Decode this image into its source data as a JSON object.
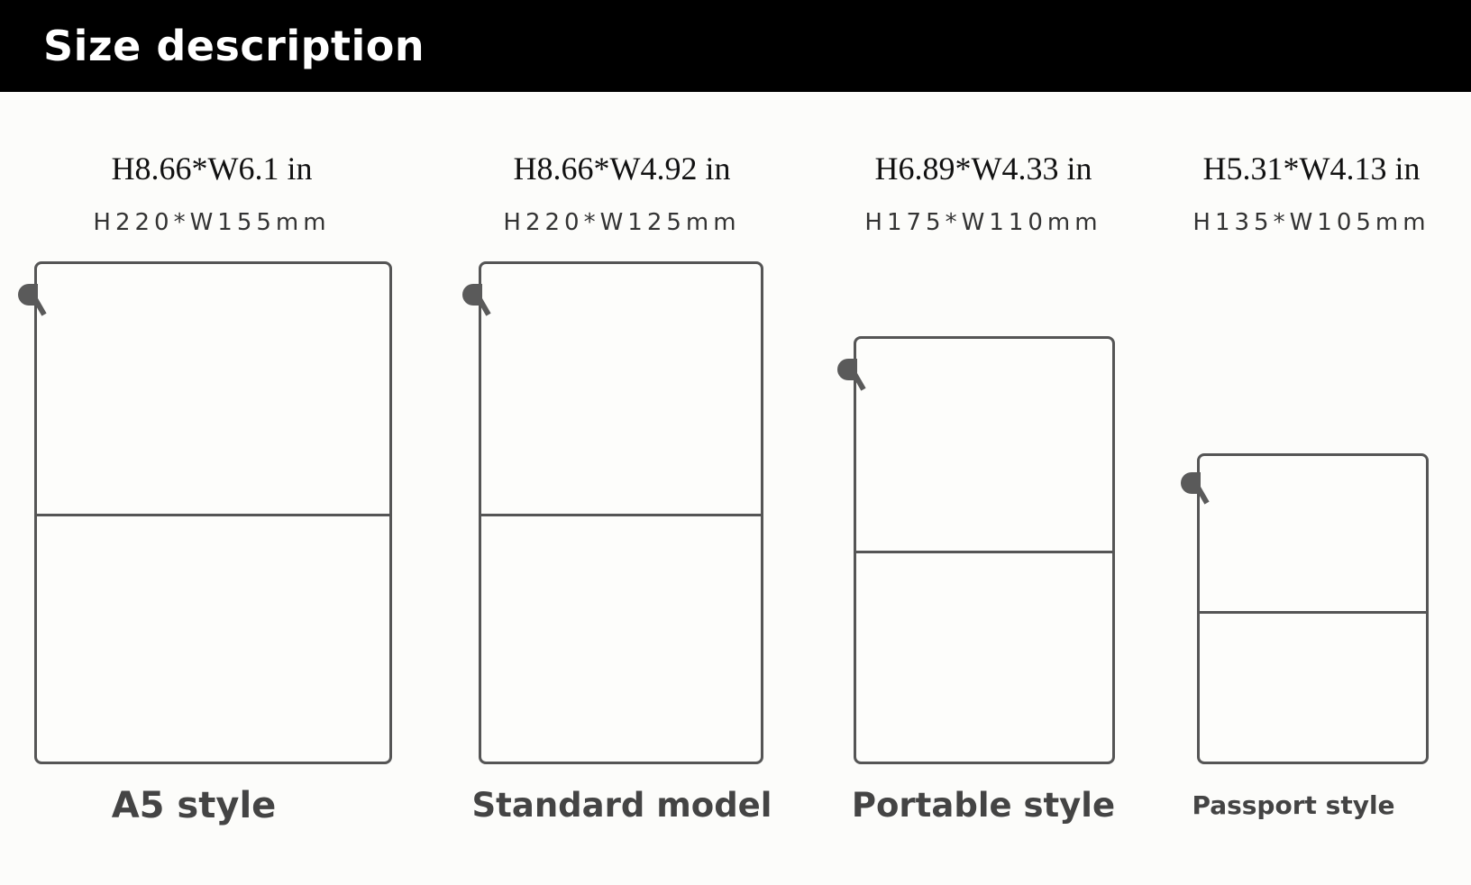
{
  "header": {
    "title": "Size description"
  },
  "sizes": [
    {
      "inches": "H8.66*W6.1 in",
      "mm": "H220*W155mm",
      "label": "A5 style"
    },
    {
      "inches": "H8.66*W4.92 in",
      "mm": "H220*W125mm",
      "label": "Standard model"
    },
    {
      "inches": "H6.89*W4.33 in",
      "mm": "H175*W110mm",
      "label": "Portable style"
    },
    {
      "inches": "H5.31*W4.13 in",
      "mm": "H135*W105mm",
      "label": "Passport style"
    }
  ]
}
